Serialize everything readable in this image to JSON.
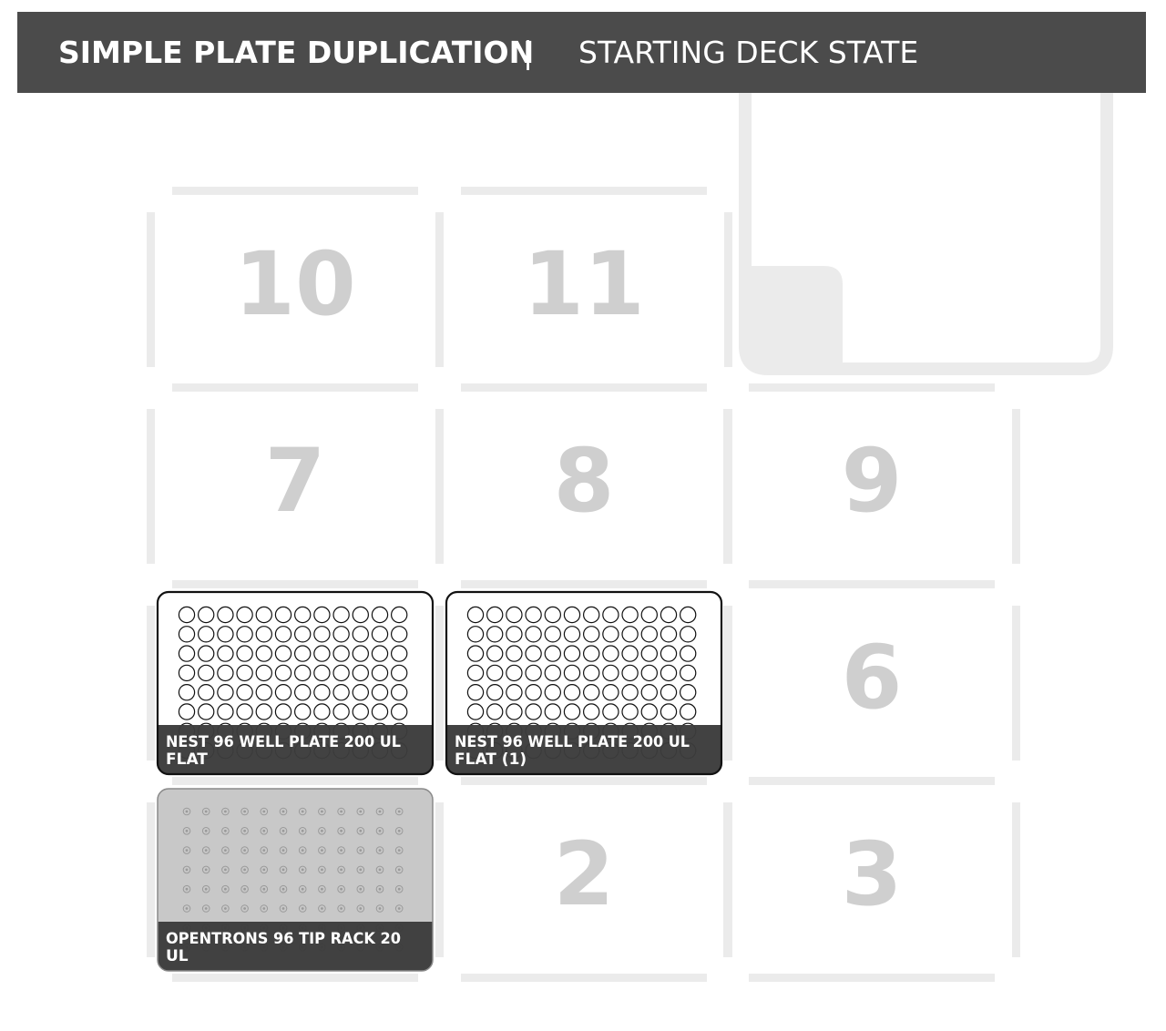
{
  "header": {
    "title": "SIMPLE PLATE DUPLICATION",
    "separator": "|",
    "subtitle": "STARTING DECK STATE"
  },
  "deck": {
    "slots": [
      {
        "id": "10",
        "label": "10"
      },
      {
        "id": "11",
        "label": "11"
      },
      {
        "id": "7",
        "label": "7"
      },
      {
        "id": "8",
        "label": "8"
      },
      {
        "id": "9",
        "label": "9"
      },
      {
        "id": "6",
        "label": "6"
      },
      {
        "id": "2",
        "label": "2"
      },
      {
        "id": "3",
        "label": "3"
      }
    ],
    "labware": [
      {
        "slot": "4",
        "type": "well-plate",
        "rows": 8,
        "cols": 12,
        "label_line1": "NEST 96 WELL PLATE 200 UL",
        "label_line2": "FLAT"
      },
      {
        "slot": "5",
        "type": "well-plate",
        "rows": 8,
        "cols": 12,
        "label_line1": "NEST 96 WELL PLATE 200 UL",
        "label_line2": "FLAT (1)"
      },
      {
        "slot": "1",
        "type": "tip-rack",
        "rows": 8,
        "cols": 12,
        "label_line1": "OPENTRONS 96 TIP RACK 20",
        "label_line2": "UL"
      }
    ]
  },
  "colors": {
    "header_bg": "#4b4b4b",
    "slot_bar": "#ebebeb",
    "slot_number": "#cfcfcf",
    "plate_label_bg": "#3c3c3c",
    "tiprack_bg": "#c8c8c8"
  }
}
